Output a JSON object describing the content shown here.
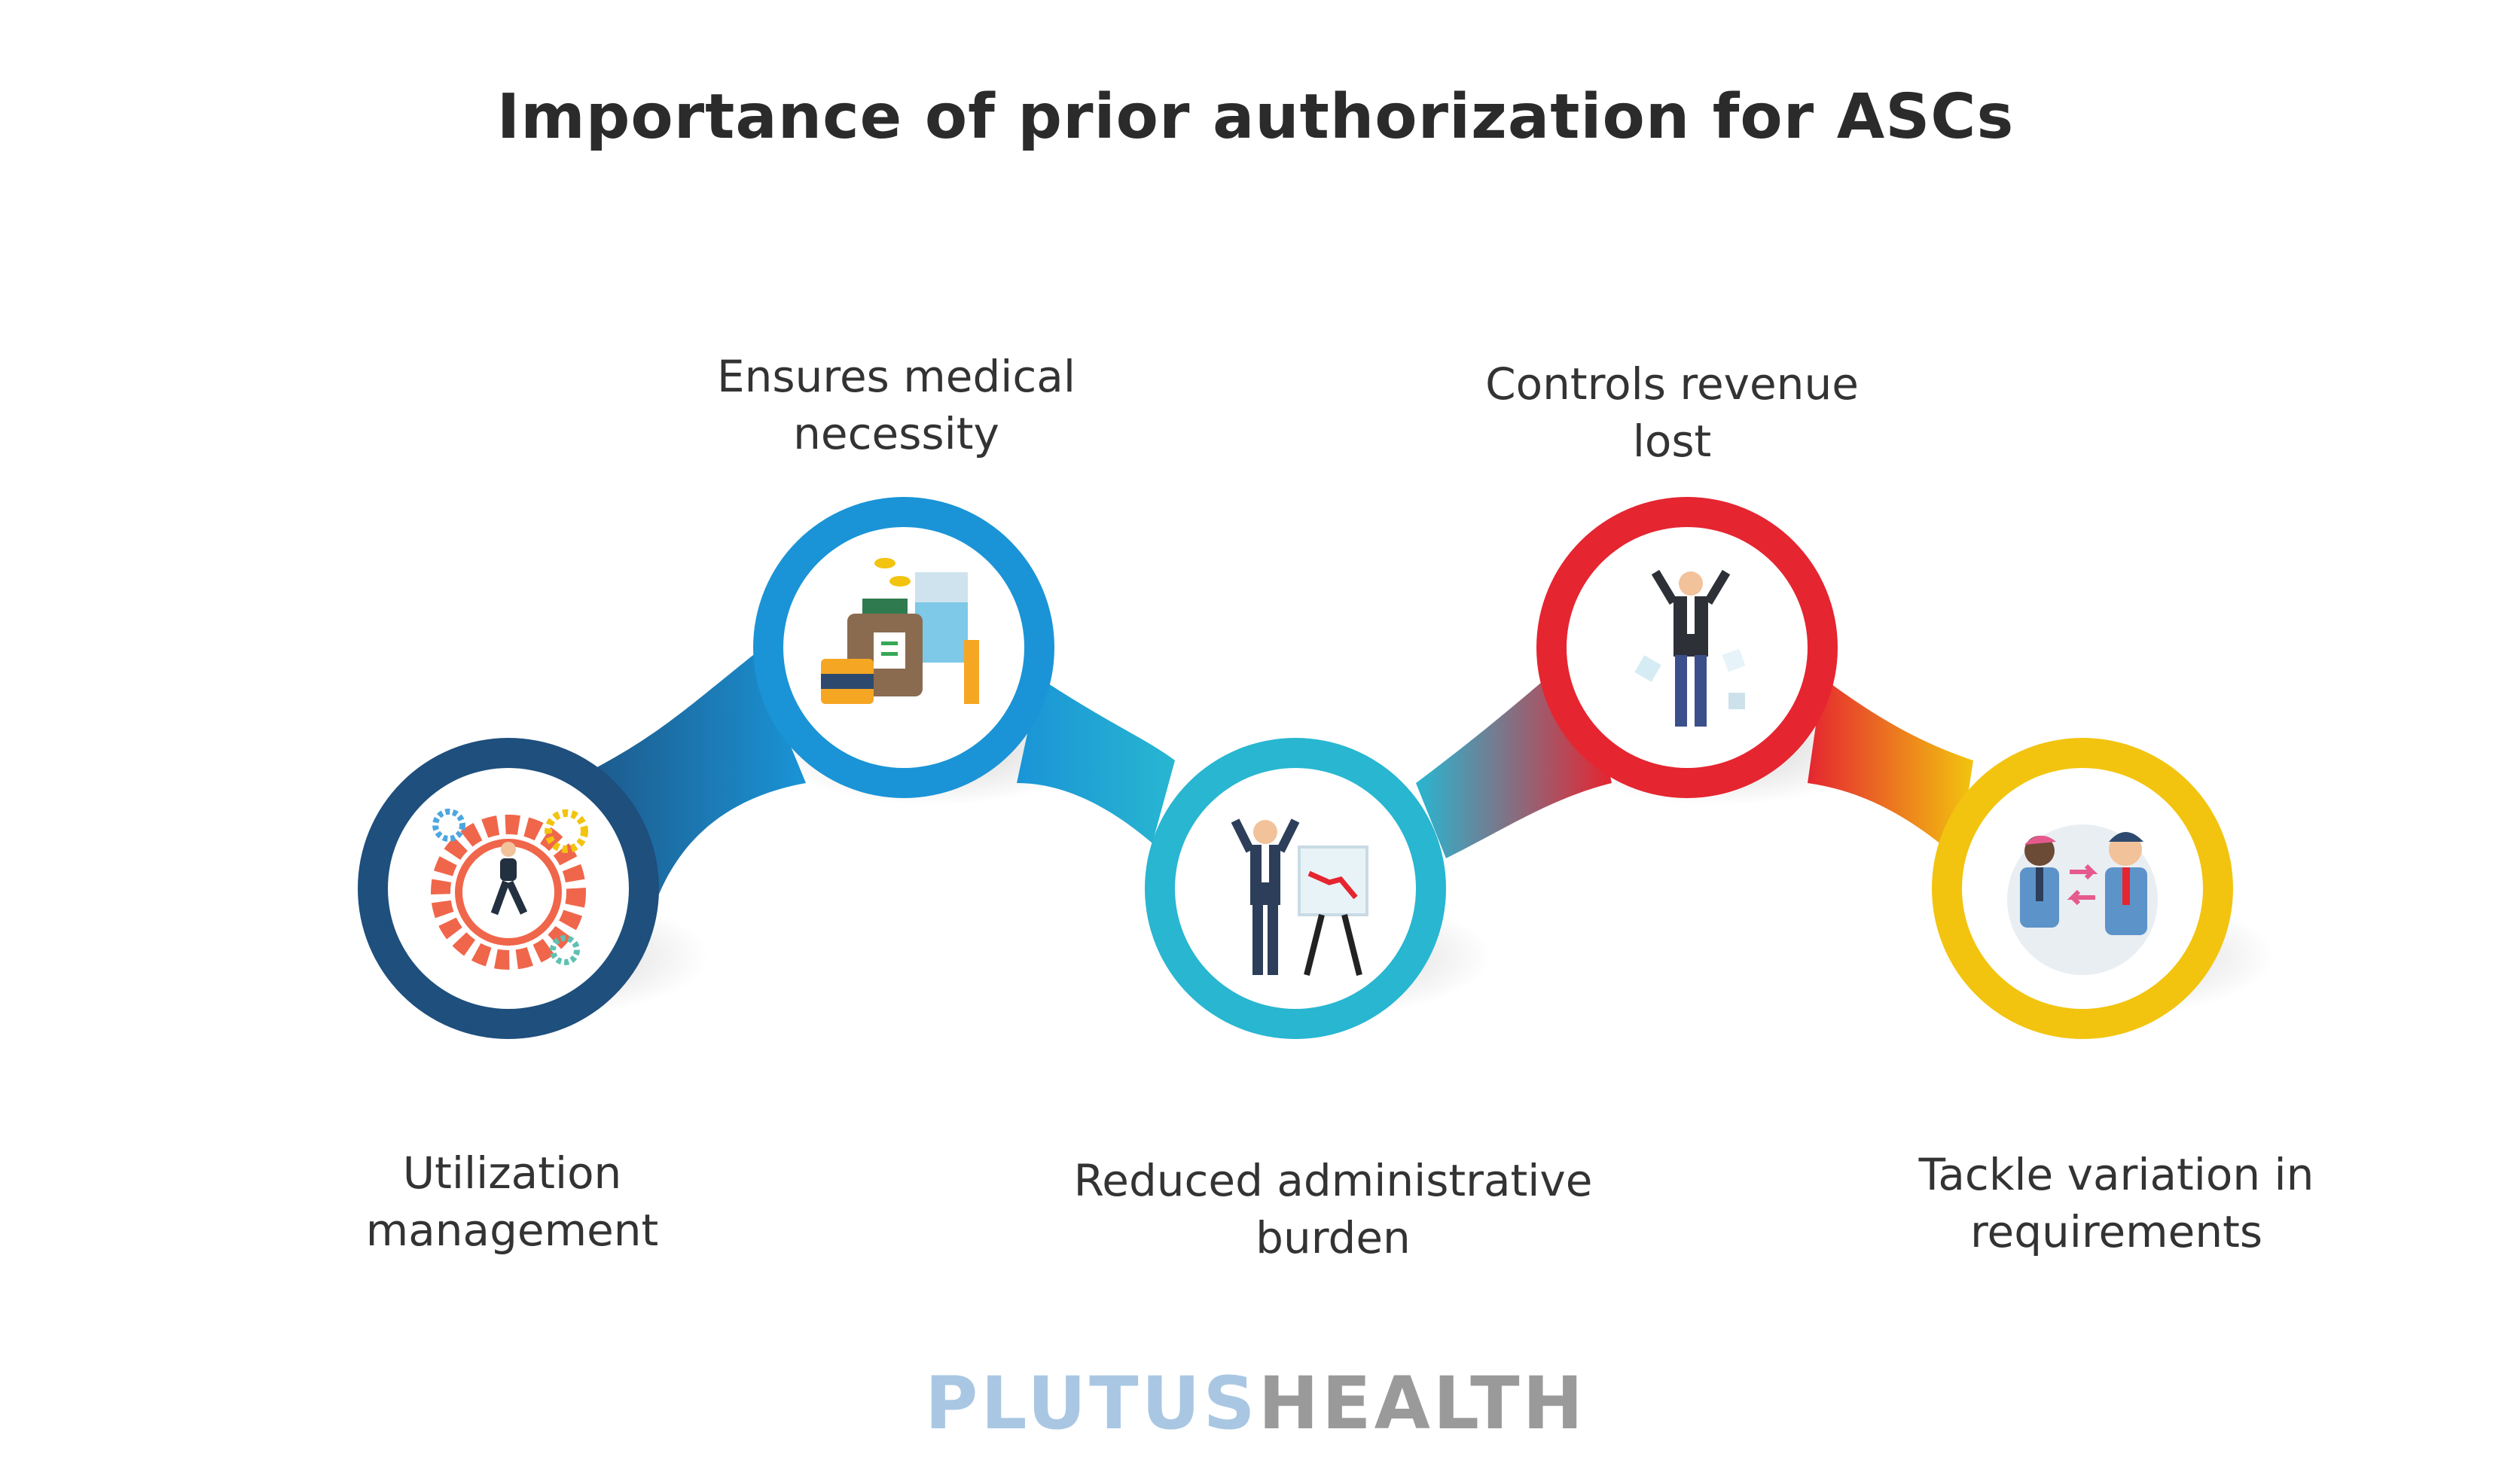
{
  "title": "Importance of prior authorization for ASCs",
  "steps": [
    {
      "line1": "Utilization",
      "line2": "management",
      "color": "#1e4f7d",
      "icon": "gears-runner-icon"
    },
    {
      "line1": "Ensures medical",
      "line2": "necessity",
      "color": "#1a94d6",
      "icon": "medicine-bottles-icon"
    },
    {
      "line1": "Reduced administrative",
      "line2": "burden",
      "color": "#28b6d1",
      "icon": "stressed-presenter-icon"
    },
    {
      "line1": "Controls revenue",
      "line2": "lost",
      "color": "#e52530",
      "icon": "stressed-businessman-icon"
    },
    {
      "line1": "Tackle variation in",
      "line2": "requirements",
      "color": "#f2c40f",
      "icon": "two-people-exchange-icon"
    }
  ],
  "logo": {
    "part1": "PLUTUS",
    "part2": "HEALTH"
  }
}
